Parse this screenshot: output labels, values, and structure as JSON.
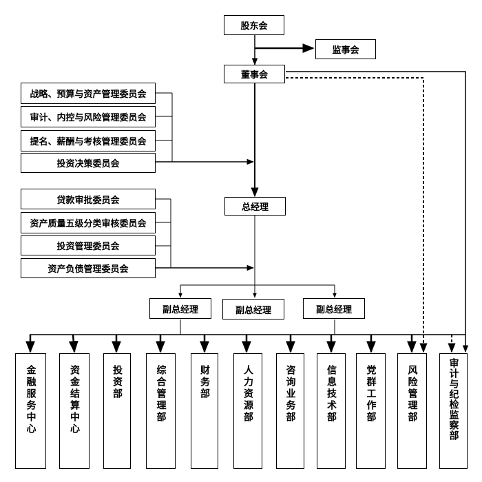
{
  "top": {
    "shareholders": "股东会",
    "supervisors": "监事会",
    "board": "董事会"
  },
  "board_committees": [
    "战略、预算与资产管理委员会",
    "审计、内控与风险管理委员会",
    "提名、薪酬与考核管理委员会",
    "投资决策委员会"
  ],
  "gm": "总经理",
  "mgmt_committees": [
    "贷款审批委员会",
    "资产质量五级分类审核委员会",
    "投资管理委员会",
    "资产负债管理委员会"
  ],
  "vice_gms": [
    "副总经理",
    "副总经理",
    "副总经理"
  ],
  "departments": [
    "金融服务中心",
    "资金结算中心",
    "投资部",
    "综合管理部",
    "财务部",
    "人力资源部",
    "咨询业务部",
    "信息技术部",
    "党群工作部",
    "风险管理部",
    "审计与纪检监察部"
  ]
}
